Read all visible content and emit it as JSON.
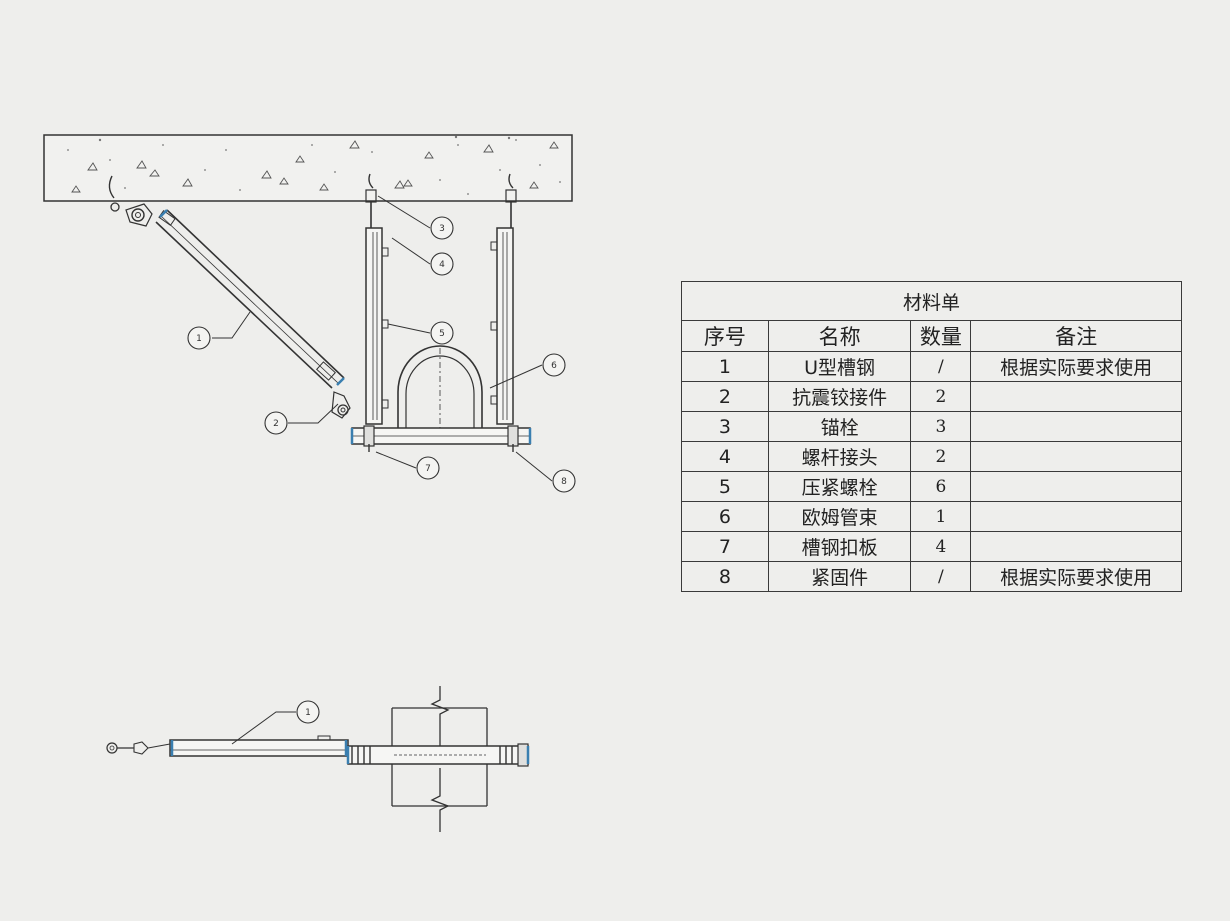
{
  "table": {
    "title": "材料单",
    "headers": [
      "序号",
      "名称",
      "数量",
      "备注"
    ],
    "rows": [
      {
        "no": "1",
        "name": "U型槽钢",
        "qty": "/",
        "note": "根据实际要求使用"
      },
      {
        "no": "2",
        "name": "抗震铰接件",
        "qty": "2",
        "note": ""
      },
      {
        "no": "3",
        "name": "锚栓",
        "qty": "3",
        "note": ""
      },
      {
        "no": "4",
        "name": "螺杆接头",
        "qty": "2",
        "note": ""
      },
      {
        "no": "5",
        "name": "压紧螺栓",
        "qty": "6",
        "note": ""
      },
      {
        "no": "6",
        "name": "欧姆管束",
        "qty": "1",
        "note": ""
      },
      {
        "no": "7",
        "name": "槽钢扣板",
        "qty": "4",
        "note": ""
      },
      {
        "no": "8",
        "name": "紧固件",
        "qty": "/",
        "note": "根据实际要求使用"
      }
    ]
  },
  "callouts": {
    "c1": "1",
    "c2": "2",
    "c3": "3",
    "c4": "4",
    "c5": "5",
    "c6": "6",
    "c7": "7",
    "c8": "8",
    "plan_c1": "1"
  },
  "colors": {
    "line": "#3a3a3a",
    "accent": "#3a7fb0",
    "paper": "#eeeeec"
  }
}
